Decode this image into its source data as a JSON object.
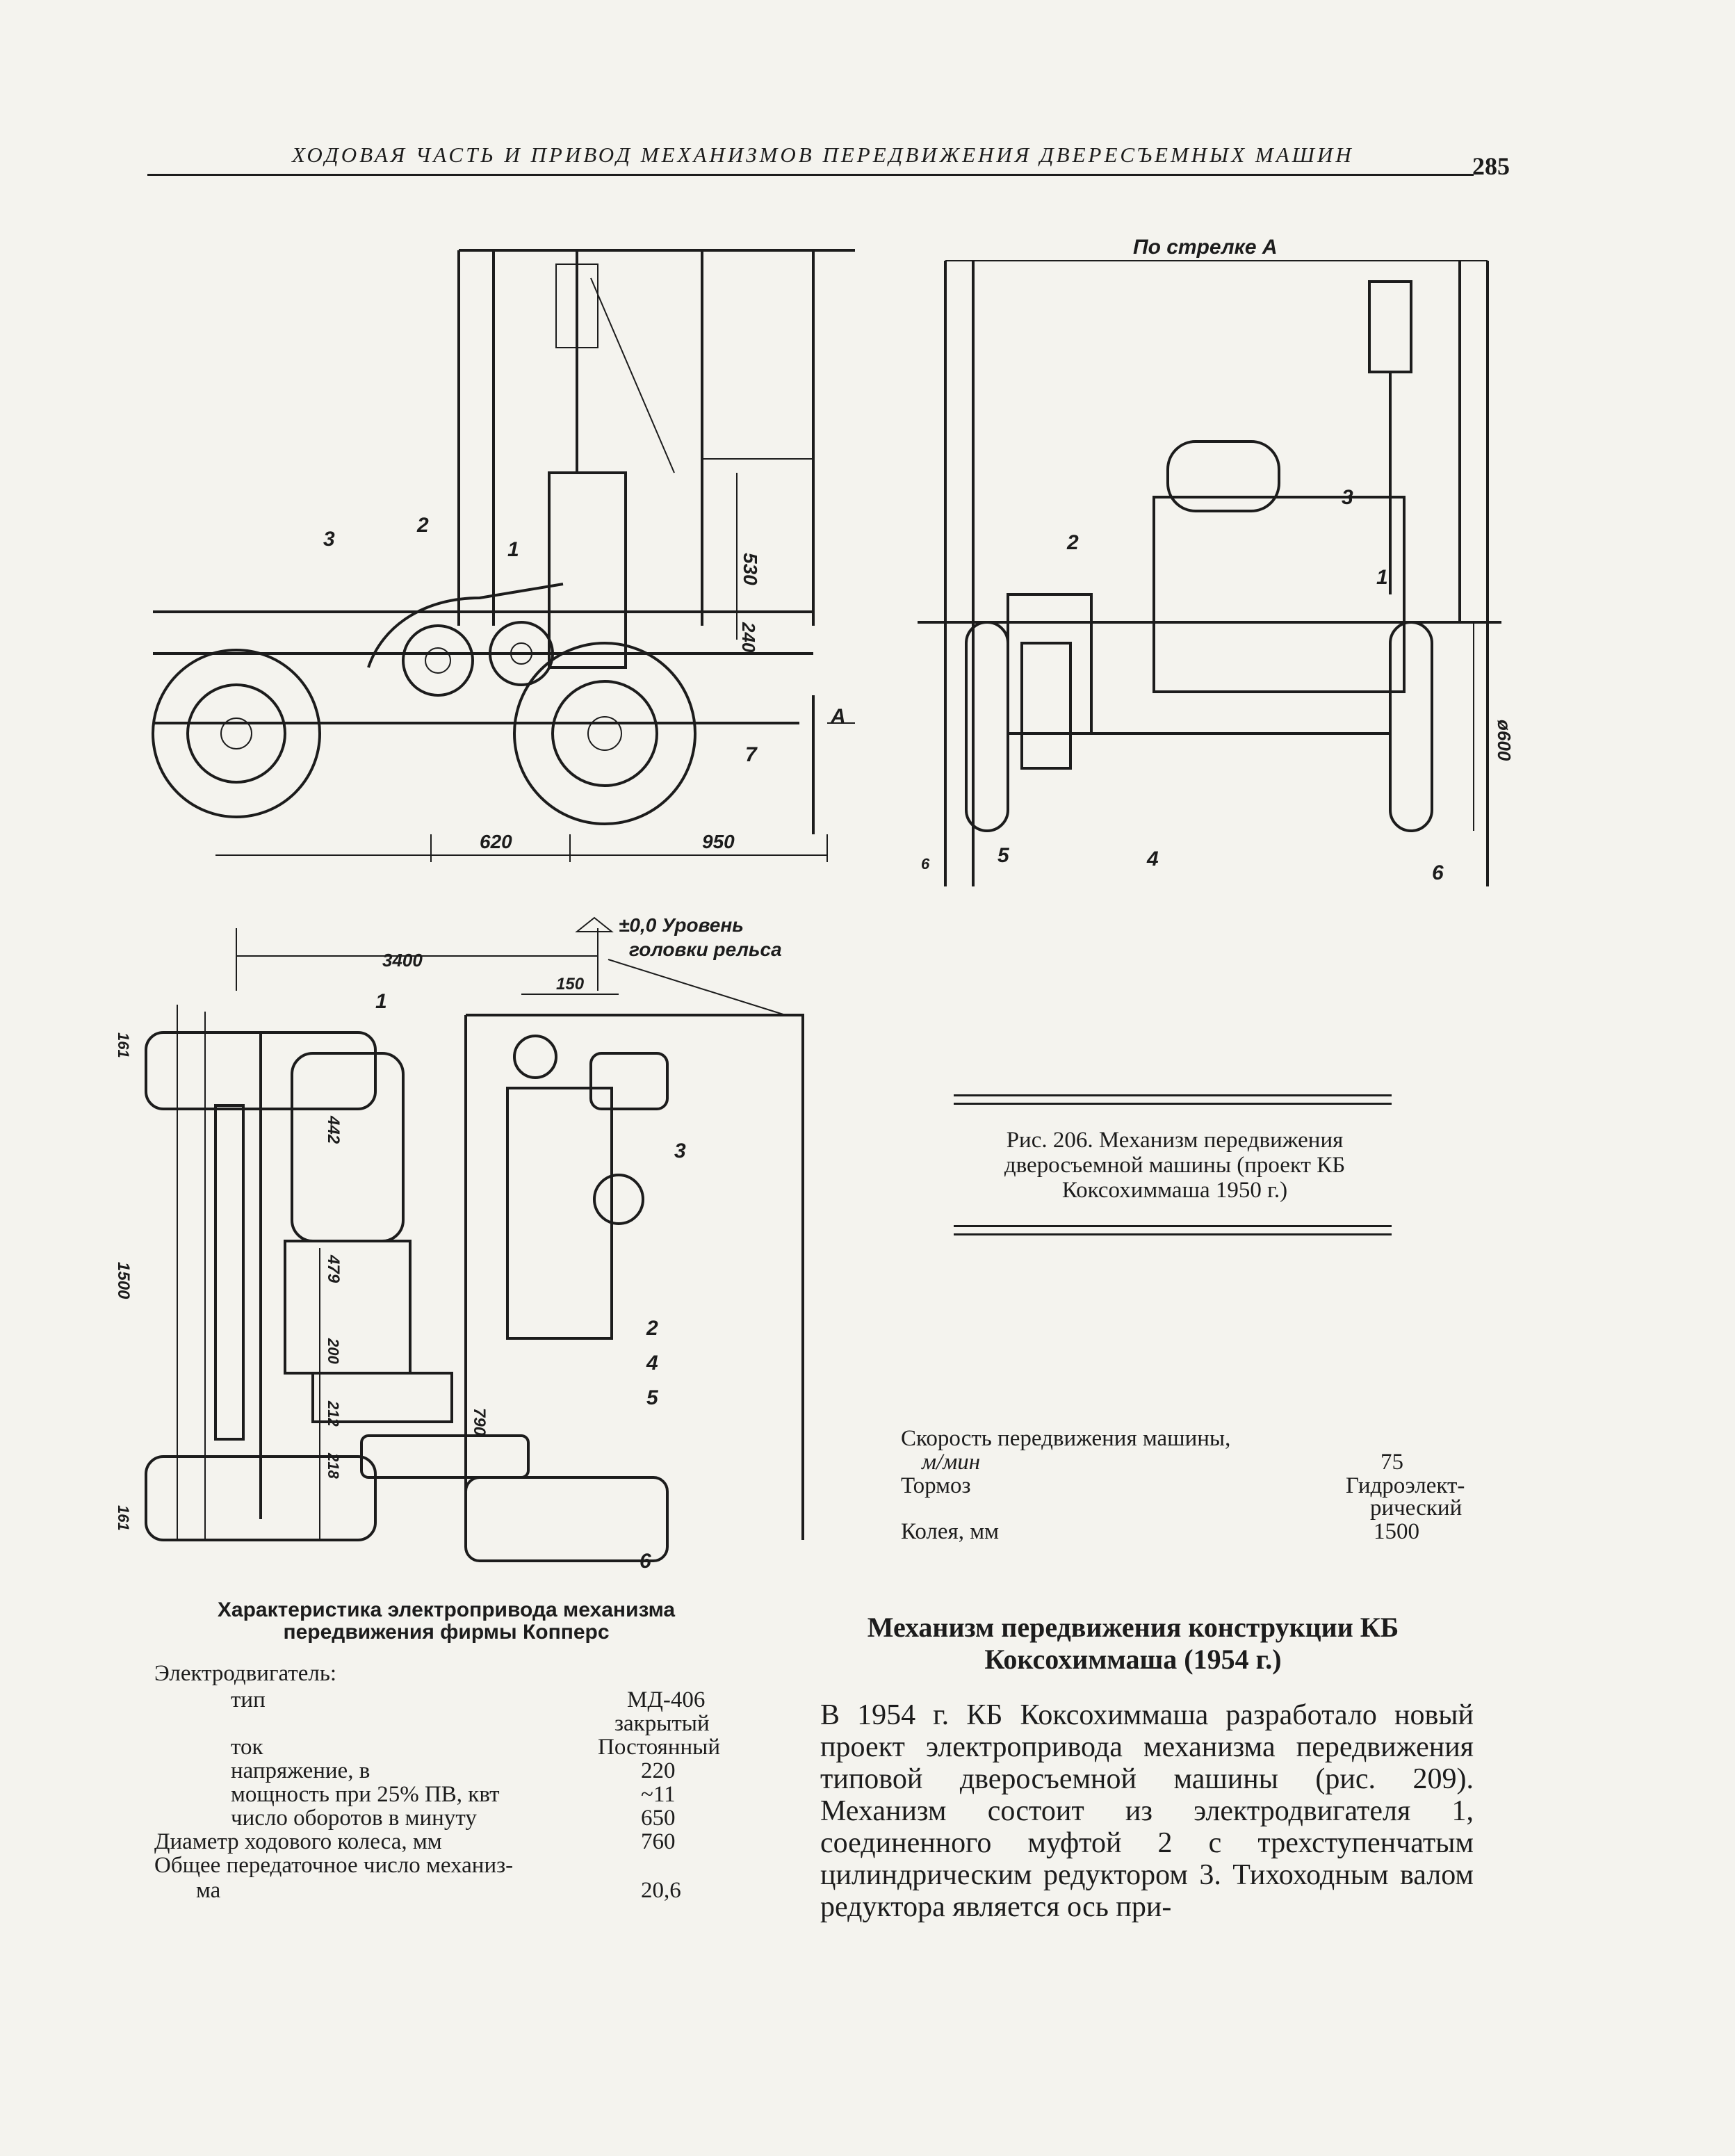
{
  "header": {
    "running_title": "ХОДОВАЯ ЧАСТЬ И ПРИВОД МЕХАНИЗМОВ ПЕРЕДВИЖЕНИЯ ДВЕРЕСЪЕМНЫХ МАШИН",
    "page_number": "285"
  },
  "figure_side": {
    "labels": [
      "3",
      "2",
      "1",
      "7",
      "A",
      "530",
      "240",
      "620",
      "950",
      "±0,0 Уровень",
      "головки рельса"
    ]
  },
  "figure_front": {
    "view_label": "По стрелке А",
    "labels": [
      "3",
      "2",
      "1",
      "4",
      "5",
      "6",
      "6",
      "ø600"
    ]
  },
  "figure_plan": {
    "labels": [
      "3400",
      "150",
      "1",
      "3",
      "2",
      "4",
      "5",
      "6",
      "161",
      "442",
      "479",
      "1500",
      "200",
      "212",
      "218",
      "161",
      "790"
    ]
  },
  "caption": "Рис. 206. Механизм передвижения дверосъемной машины (проект КБ Коксохиммаша 1950 г.)",
  "spec_right": [
    {
      "label": "Скорость передвижения машины,",
      "value": ""
    },
    {
      "label": "м/мин",
      "value": "75"
    },
    {
      "label": "Тормоз",
      "value": "Гидроэлект-"
    },
    {
      "label": "",
      "value": "рический"
    },
    {
      "label": "Колея, мм",
      "value": "1500"
    }
  ],
  "table_left": {
    "title": "Характеристика электропривода механизма передвижения фирмы Копперс",
    "rows": [
      {
        "label": "Электродвигатель:",
        "value": ""
      },
      {
        "label": "тип",
        "value": "МД-406"
      },
      {
        "label": "",
        "value": "закрытый"
      },
      {
        "label": "ток",
        "value": "Постоянный"
      },
      {
        "label": "напряжение, в",
        "value": "220"
      },
      {
        "label": "мощность при 25% ПВ, квт",
        "value": "~11"
      },
      {
        "label": "число оборотов в минуту",
        "value": "650"
      },
      {
        "label": "Диаметр ходового колеса, мм",
        "value": "760"
      },
      {
        "label": "Общее передаточное число механиз-",
        "value": ""
      },
      {
        "label": "ма",
        "value": "20,6"
      }
    ]
  },
  "section": {
    "title": "Механизм передвижения конструкции КБ Коксохиммаша (1954 г.)",
    "paragraph": "В 1954 г. КБ Коксохиммаша разработало новый проект электропривода механизма передвижения типовой дверосъемной машины (рис. 209). Механизм состоит из электродвигателя 1, соединенного муфтой 2 с трехступенчатым цилиндрическим редуктором 3. Тихоходным валом редуктора является ось при-"
  }
}
